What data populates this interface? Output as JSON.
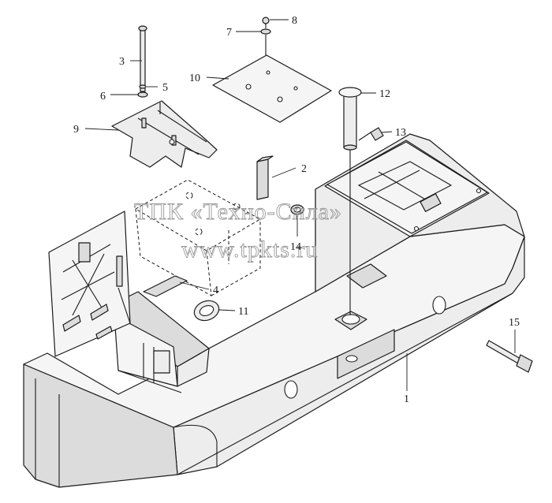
{
  "callouts": [
    "1",
    "2",
    "3",
    "4",
    "5",
    "6",
    "7",
    "8",
    "9",
    "10",
    "11",
    "12",
    "13",
    "14",
    "15"
  ],
  "watermark": {
    "line1": "ТПК «Техно-Сила»",
    "line2": "www.tpkts.ru"
  },
  "colors": {
    "line": "#1a1a1a",
    "fill": "#ededed",
    "watermark": "#9a9a9a"
  }
}
